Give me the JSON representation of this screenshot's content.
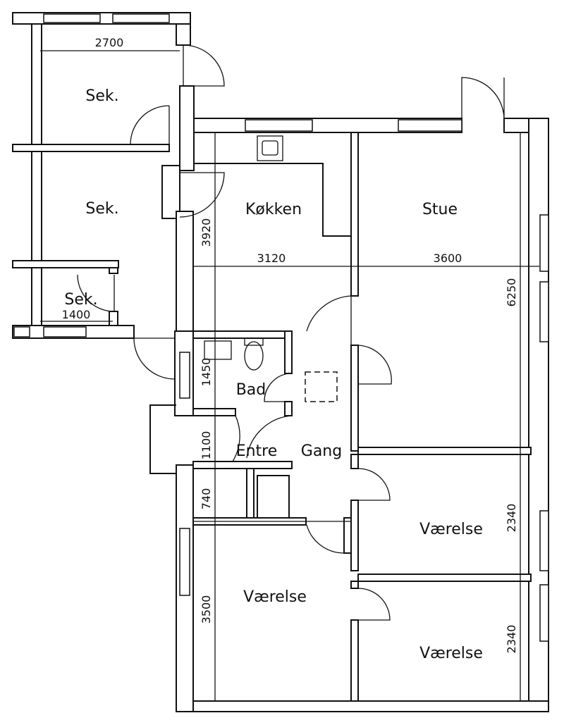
{
  "rooms": {
    "sek_1": "Sek.",
    "sek_2": "Sek.",
    "sek_3": "Sek.",
    "kitchen": "Køkken",
    "living": "Stue",
    "bath": "Bad",
    "entrance": "Entre",
    "hallway": "Gang",
    "bedroom_1": "Værelse",
    "bedroom_2": "Værelse",
    "bedroom_3": "Værelse"
  },
  "dimensions": {
    "sek_width": "2700",
    "sek_small_width": "1400",
    "kitchen_depth": "3920",
    "kitchen_width": "3120",
    "living_width": "3600",
    "living_depth": "6250",
    "bath_depth": "1450",
    "entrance_depth": "1100",
    "closet_depth": "740",
    "bedroom_left_depth": "3500",
    "bedroom_right_1_depth": "2340",
    "bedroom_right_2_depth": "2340"
  }
}
